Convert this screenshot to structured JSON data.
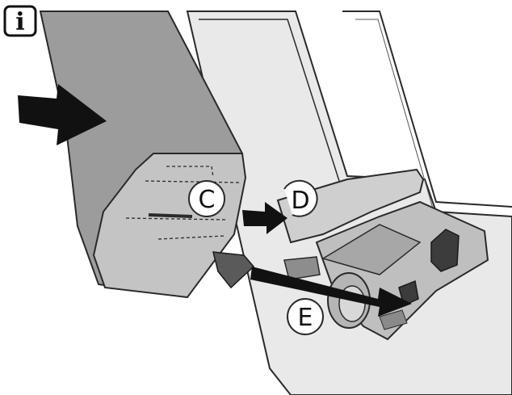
{
  "info_badge": {
    "icon": "info-icon",
    "text": "i"
  },
  "labels": {
    "c": "C",
    "d": "D",
    "e": "E"
  },
  "colors": {
    "background": "#ffffff",
    "outline": "#2a2a2a",
    "light_panel": "#e6e6e6",
    "mid_gray": "#bdbdbd",
    "part_gray": "#9a9a9a",
    "dark_gray": "#6e6e6e",
    "arrow": "#111111"
  }
}
